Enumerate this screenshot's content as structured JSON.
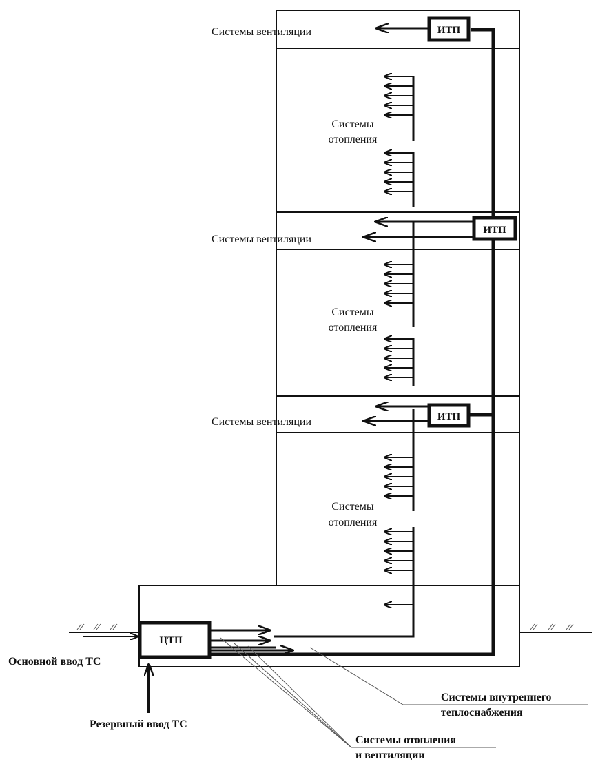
{
  "labels": {
    "ventilation": "Системы вентиляции",
    "heating_line1": "Системы",
    "heating_line2": "отопления",
    "itp": "ИТП",
    "ctp": "ЦТП",
    "main_input": "Основной ввод ТС",
    "reserve_input": "Резервный ввод ТС",
    "internal_supply_line1": "Системы внутреннего",
    "internal_supply_line2": "теплоснабжения",
    "heat_vent_line1": "Системы отопления",
    "heat_vent_line2": "и вентиляции"
  },
  "colors": {
    "ink": "#111111",
    "background": "#ffffff"
  }
}
